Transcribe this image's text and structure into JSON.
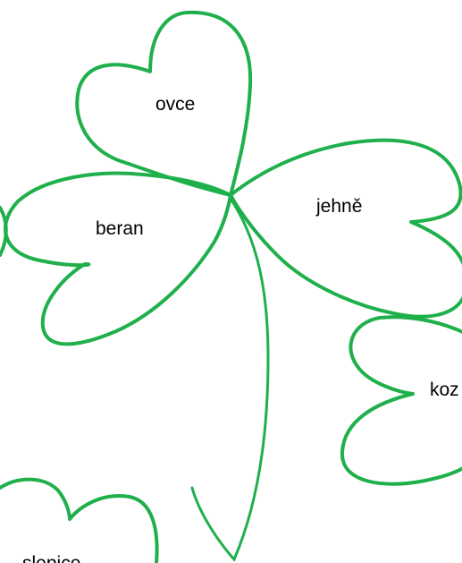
{
  "colors": {
    "stroke": "#1fb04b",
    "text": "#000000",
    "background": "#ffffff"
  },
  "leaves": {
    "ovce": "ovce",
    "jehne": "jehně",
    "beran": "beran",
    "koza": "koz",
    "slepice": "slepice"
  }
}
